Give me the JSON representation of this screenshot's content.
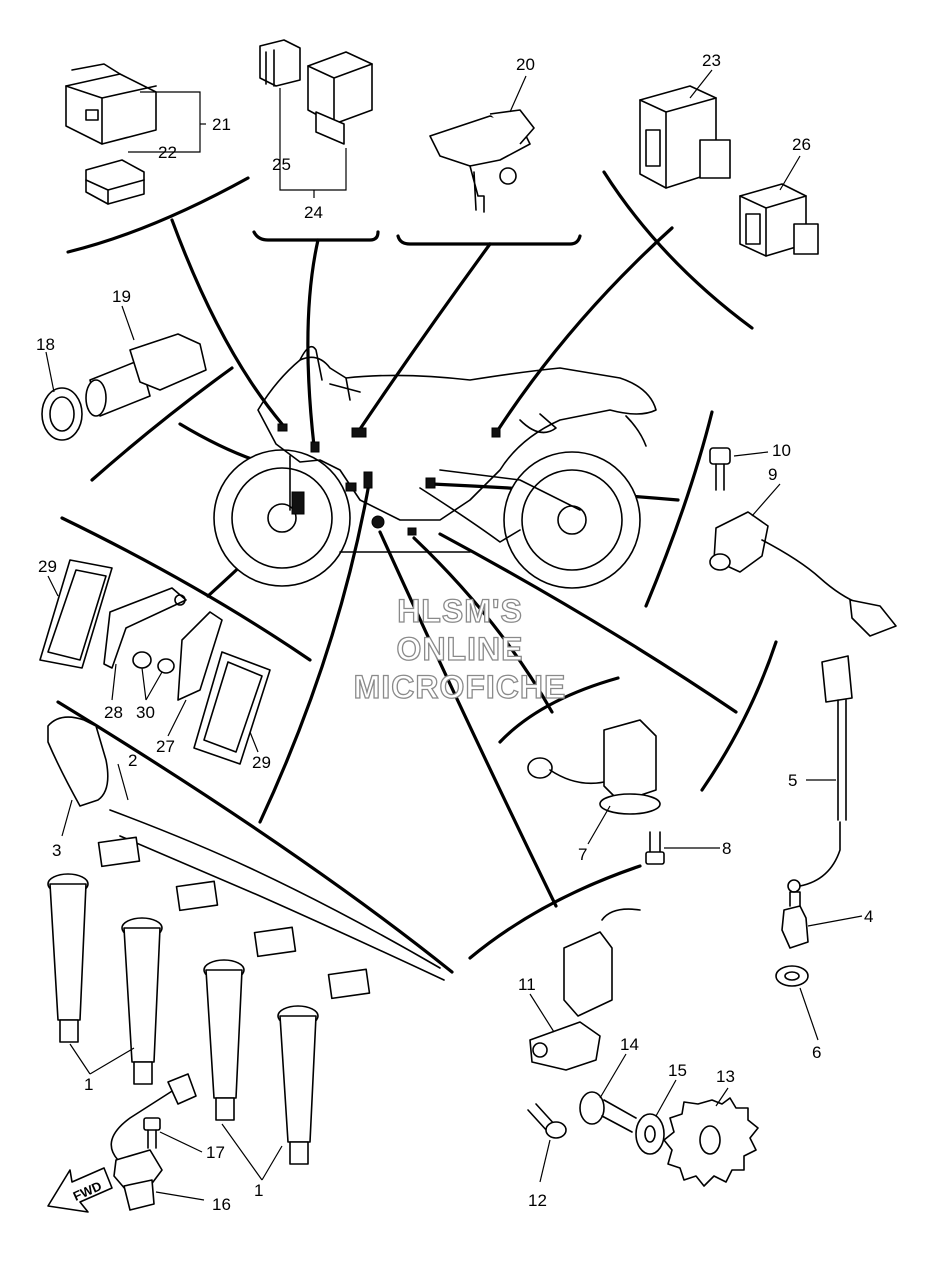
{
  "watermark": {
    "line1": "HLSM'S",
    "line2": "ONLINE",
    "line3": "MICROFICHE"
  },
  "direction_label": "FWD",
  "callouts": {
    "c1a": "1",
    "c1b": "1",
    "c2": "2",
    "c3": "3",
    "c4": "4",
    "c5": "5",
    "c6": "6",
    "c7": "7",
    "c8": "8",
    "c9": "9",
    "c10": "10",
    "c11": "11",
    "c12": "12",
    "c13": "13",
    "c14": "14",
    "c15": "15",
    "c16": "16",
    "c17": "17",
    "c18": "18",
    "c19": "19",
    "c20": "20",
    "c21": "21",
    "c22": "22",
    "c23": "23",
    "c24": "24",
    "c25": "25",
    "c26": "26",
    "c27": "27",
    "c28": "28",
    "c29a": "29",
    "c29b": "29",
    "c30": "30"
  }
}
